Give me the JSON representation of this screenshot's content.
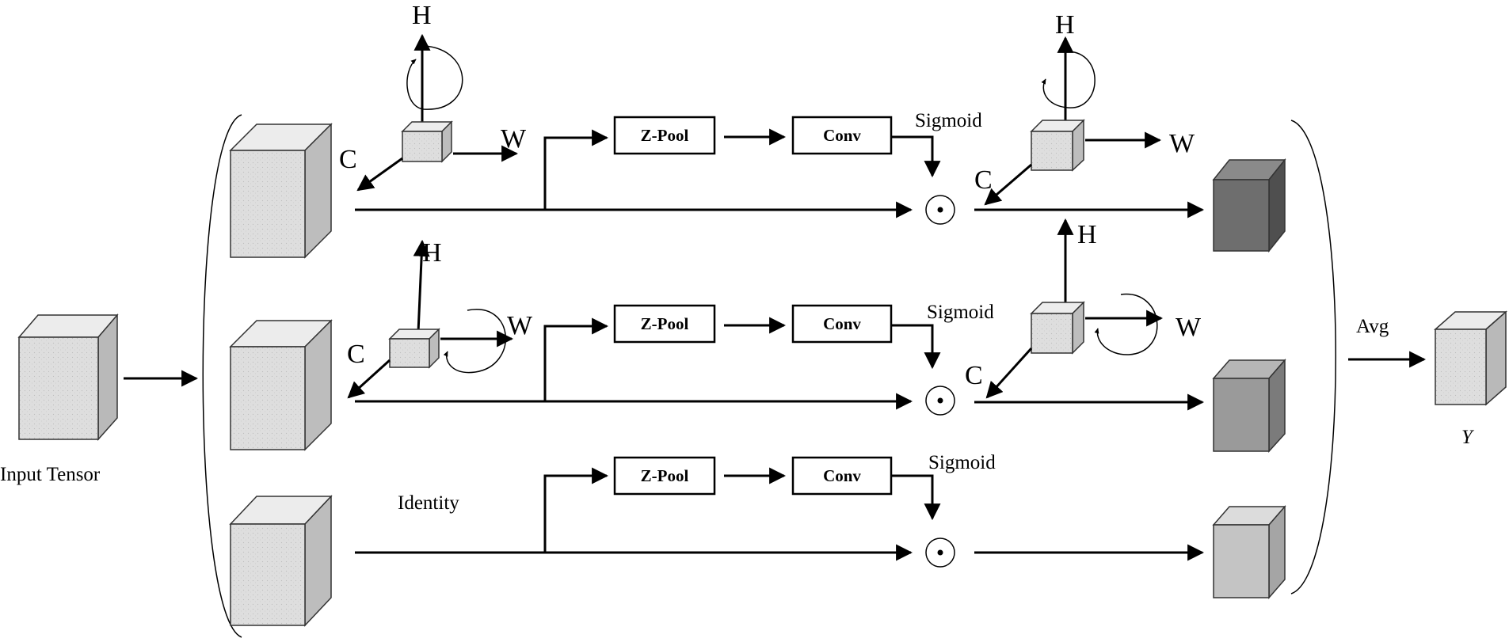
{
  "input_label": "Input Tensor",
  "output_label": "Y",
  "avg_label": "Avg",
  "identity_label": "Identity",
  "axes": {
    "h": "H",
    "w": "W",
    "c": "C"
  },
  "branches": [
    {
      "pool_label": "Z-Pool",
      "conv_label": "Conv",
      "sigmoid_label": "Sigmoid",
      "op_symbol": "⊙"
    },
    {
      "pool_label": "Z-Pool",
      "conv_label": "Conv",
      "sigmoid_label": "Sigmoid",
      "op_symbol": "⊙"
    },
    {
      "pool_label": "Z-Pool",
      "conv_label": "Conv",
      "sigmoid_label": "Sigmoid",
      "op_symbol": "⊙"
    }
  ],
  "colors": {
    "cube_light": "#dcdcdc",
    "out_dark": "#6e6e6e",
    "out_mid": "#9a9a9a",
    "out_light": "#c4c4c4"
  }
}
